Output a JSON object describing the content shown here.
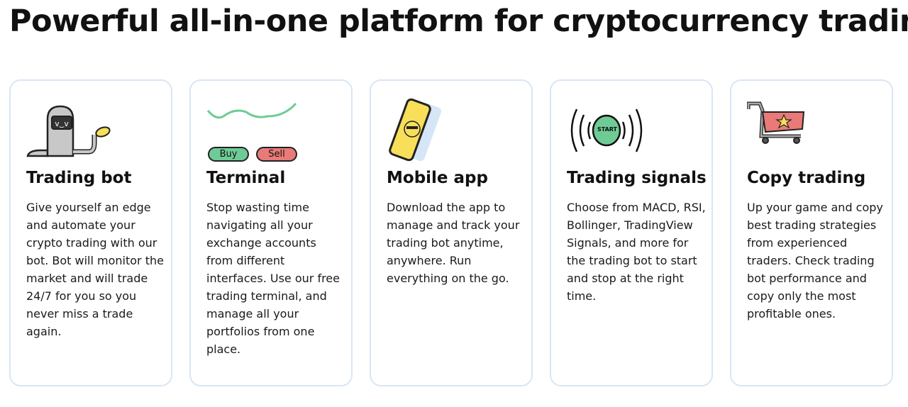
{
  "header": {
    "title": "Powerful all-in-one platform for cryptocurrency trading"
  },
  "cards": [
    {
      "title": "Trading bot",
      "icon": "robot-icon",
      "text": "Give yourself an edge and automate your crypto trading with our bot. Bot will monitor the market and will trade 24/7 for you so you never miss a trade again."
    },
    {
      "title": "Terminal",
      "icon": "terminal-chart-icon",
      "buy": "Buy",
      "sell": "Sell",
      "text": "Stop wasting time navigating all your exchange accounts from different interfaces. Use our free trading terminal, and manage all your portfolios from one place."
    },
    {
      "title": "Mobile app",
      "icon": "phone-icon",
      "text": "Download the app to manage and track your trading bot anytime, anywhere. Run everything on the go."
    },
    {
      "title": "Trading signals",
      "icon": "signal-icon",
      "start": "START",
      "text": "Choose from MACD, RSI, Bollinger, TradingView Signals, and more for the trading bot to start and stop at the right time."
    },
    {
      "title": "Copy trading",
      "icon": "cart-icon",
      "text": "Up your game and copy best trading strategies from experienced traders. Check trading bot performance and copy only the most profitable ones."
    }
  ],
  "colors": {
    "green": "#6fcb96",
    "red": "#e97a78",
    "yellow": "#f8df5a",
    "border": "#d8e6f6"
  }
}
